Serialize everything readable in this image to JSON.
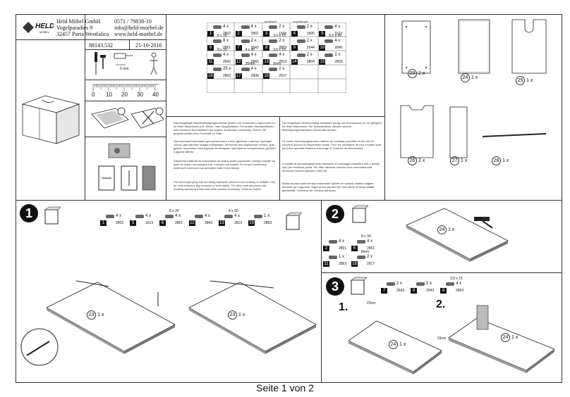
{
  "brand": {
    "name": "HELD",
    "sub": "MÖBEL"
  },
  "company": {
    "name": "Held Möbel GmbH",
    "street": "Vogelparadies 9",
    "city": "32457 Porta Westfalica",
    "phone": "0571 / 79838-10",
    "email": "info@held-moebel.de",
    "web": "www.held-moebel.de"
  },
  "article": {
    "number": "88143.532",
    "date": "21-10-2016"
  },
  "tools": {
    "bit_size": "5 mm"
  },
  "ruler": {
    "ticks": [
      "0",
      "10",
      "20",
      "30",
      "40"
    ]
  },
  "hardware": [
    {
      "num": "1",
      "qty": "4 x",
      "code": "2802"
    },
    {
      "num": "2",
      "qty": "4 x",
      "code": "2801"
    },
    {
      "num": "3",
      "qty": "2 x",
      "code": "1506",
      "note": "gedämpft"
    },
    {
      "num": "4",
      "qty": "2 x",
      "code": "1505",
      "note": "ungedämpft"
    },
    {
      "num": "5",
      "qty": "4 x",
      "code": "1613"
    },
    {
      "num": "6",
      "qty": "8 x",
      "code": "2861",
      "size": "8 x 30"
    },
    {
      "num": "7",
      "qty": "2 x",
      "code": "2543"
    },
    {
      "num": "8",
      "qty": "2 x",
      "code": "2803",
      "size": "3,0 x 15"
    },
    {
      "num": "9",
      "qty": "2 x",
      "code": "2544"
    },
    {
      "num": "10",
      "qty": "4 x",
      "code": "2840",
      "size": "5,0 x 50"
    },
    {
      "num": "11",
      "qty": "4 x",
      "code": "2842",
      "size": "8 x 30"
    },
    {
      "num": "12",
      "qty": "4 x",
      "code": "2843",
      "size": "4 x 30"
    },
    {
      "num": "13",
      "qty": "4 x",
      "code": "2813",
      "size": "3,5 x 15"
    },
    {
      "num": "14",
      "qty": "2 x",
      "code": "2804"
    },
    {
      "num": "15",
      "qty": "1 x",
      "code": "2863"
    },
    {
      "num": "16",
      "qty": "25 x",
      "code": "2862"
    },
    {
      "num": "17",
      "qty": "4 x",
      "code": "2808",
      "size": "35mm"
    },
    {
      "num": "18",
      "qty": "2 x",
      "code": "2917",
      "size": "8mm"
    }
  ],
  "panels": [
    {
      "num": "23",
      "qty": "2 x"
    },
    {
      "num": "24",
      "qty": "1 x"
    },
    {
      "num": "25",
      "qty": "1 x"
    },
    {
      "num": "26",
      "qty": "2 x"
    },
    {
      "num": "27",
      "qty": "1 x"
    },
    {
      "num": "28",
      "qty": "1 x"
    }
  ],
  "notes": {
    "de_left": "Das beigefügte Wandbefestigungsmaterial (Dübel und Schrauben) eignet sich nur für feste Mauerwerk (z.B. Beton- oder Ziegelwände). Für andere Wandaufbauten sind eventuell Spezialdübel und andere Schrauben notwendig. Ziehen Sie gegebenenfalls eine Fachkraft zu Rate.",
    "ru": "Прилагаемый материал для крепления к стене (дюбели и винты) пригоден только для жёстких кладок (например, бетонные или кирпичные стены). Для других настенных конструкций необходимо приобрести специальные дюбели и другие винты.",
    "pl": "Załączony materiał do mocowania do ściany (kołki rozporowe i wkręty) nadaje się tylko do ścian murowanych (np. z betonu lub cegieł). Do innych konstrukcji ściennych konieczne są specjalne kołki i inne wkręty.",
    "en": "The accompanying wall mounting hardware (anchors and screws) is suitable only for solid masonry (eg concrete or brick walls). For other wall structures are possibly special anchors and other screws necessary. Enlist an expert.",
    "de_right": "Die beigefügte Wandmontage-hardware (plugs und Schrauben) ist nur geeignet für feste Mauerwerk. Für Spezialwände müssen andere Befestigungsmaterialien verwendet werden.",
    "fr": "Le metal d'accompagnement matériel de montage (chevilles et les vis) ne convient qu'pour la maçonnerie solide. Pour les structures de mur d'autres sont peut-être spéciale fixations d'ancrage et d'autres vis nécessaires.",
    "nl": "Il metallo di accompagnamento hardware di montaggio (tasselli e viti) è adatto solo per muratura piena. Per altre strutture murarie sono eventualmente necessari tasselli speciali e altre viti.",
    "tr": "Ekteki duvara sabit montaj malzemeleri (dübel ve vidalar) sadece sağlam duvarlar için uygundur. Diğer duvar yapıları için özel dübel ve farklı vidalar gerekebilir. Gerekirse bir uzmana danışınız."
  },
  "steps": [
    {
      "num": "1",
      "panel": "23",
      "panel_qty": "1 x",
      "parts": [
        {
          "num": "1",
          "qty": "4 x",
          "code": "2802"
        },
        {
          "num": "5",
          "qty": "4 x",
          "code": "1613"
        },
        {
          "num": "6",
          "qty": "4 x",
          "code": "2861",
          "size": "8 x 30"
        },
        {
          "num": "12",
          "qty": "4 x",
          "code": "2843"
        },
        {
          "num": "13",
          "qty": "4 x",
          "code": "2813",
          "size": "4 x 30"
        },
        {
          "num": "16",
          "qty": "1 x",
          "code": "2863"
        }
      ]
    },
    {
      "num": "2",
      "panel": "24",
      "panel_qty": "1 x",
      "parts": [
        {
          "num": "2",
          "qty": "4 x",
          "code": "2801"
        },
        {
          "num": "6",
          "qty": "4 x",
          "code": "2861",
          "size": "8 x 30"
        },
        {
          "num": "11",
          "qty": "1 x",
          "code": "2863"
        },
        {
          "num": "18",
          "qty": "2 x",
          "code": "2917",
          "size": "8mm"
        }
      ]
    },
    {
      "num": "3",
      "panel": "24",
      "panel_qty": "1 x",
      "parts": [
        {
          "num": "7",
          "qty": "2 x",
          "code": "2543"
        },
        {
          "num": "9",
          "qty": "2 x",
          "code": "2543"
        },
        {
          "num": "8",
          "qty": "4 x",
          "code": "2803",
          "size": "3,0 x 15"
        }
      ],
      "sub1": "1.",
      "sub2": "2.",
      "dim": "23cm"
    }
  ],
  "footer": "Seite 1 von 2"
}
